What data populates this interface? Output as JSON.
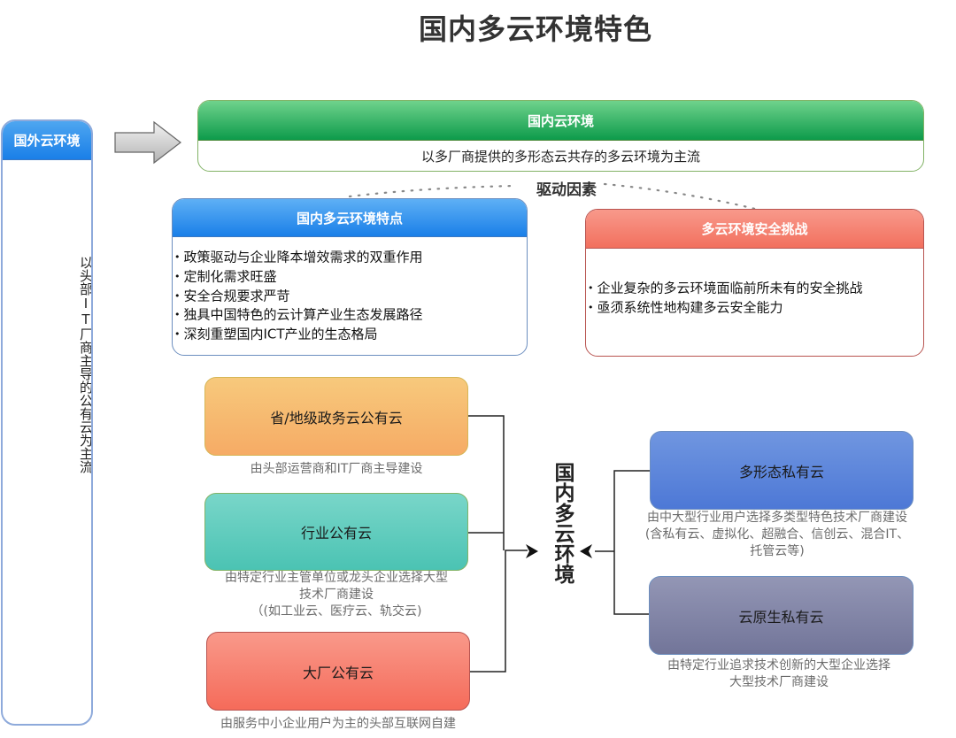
{
  "title": "国内多云环境特色",
  "foreign": {
    "header": "国外云环境",
    "body": "以头部IT厂商主导的公有云为主流"
  },
  "domestic": {
    "header": "国内云环境",
    "body": "以多厂商提供的多形态云共存的多云环境为主流"
  },
  "drivers_label": "驱动因素",
  "features": {
    "header": "国内多云环境特点",
    "items": [
      "政策驱动与企业降本增效需求的双重作用",
      "定制化需求旺盛",
      "安全合规要求严苛",
      "独具中国特色的云计算产业生态发展路径",
      "深刻重塑国内ICT产业的生态格局"
    ]
  },
  "challenges": {
    "header": "多云环境安全挑战",
    "items": [
      "企业复杂的多云环境面临前所未有的安全挑战",
      "亟须系统性地构建多云安全能力"
    ]
  },
  "center_label": "国内多云环境",
  "public_clouds": [
    {
      "label": "省/地级政务云公有云",
      "desc": [
        "由头部运营商和IT厂商主导建设"
      ]
    },
    {
      "label": "行业公有云",
      "desc": [
        "由特定行业主管单位或龙头企业选择大型",
        "技术厂商建设",
        "（(如工业云、医疗云、轨交云)"
      ]
    },
    {
      "label": "大厂公有云",
      "desc": [
        "由服务中小企业用户为主的头部互联网自建"
      ]
    }
  ],
  "private_clouds": [
    {
      "label": "多形态私有云",
      "desc": [
        "由中大型行业用户选择多类型特色技术厂商建设",
        "(含私有云、虚拟化、超融合、信创云、混合IT、",
        "托管云等)"
      ]
    },
    {
      "label": "云原生私有云",
      "desc": [
        "由特定行业追求技术创新的大型企业选择",
        "大型技术厂商建设"
      ]
    }
  ],
  "colors": {
    "blue_header": "#1a7fe8",
    "green_header": "#0d9b4b",
    "red_header": "#f2705e",
    "orange_box": "#f6ab65",
    "teal_box": "#4bc3b3",
    "salmon_box": "#f56b5a",
    "blue_box": "#4d78d6",
    "gray_purple_box": "#727599"
  }
}
